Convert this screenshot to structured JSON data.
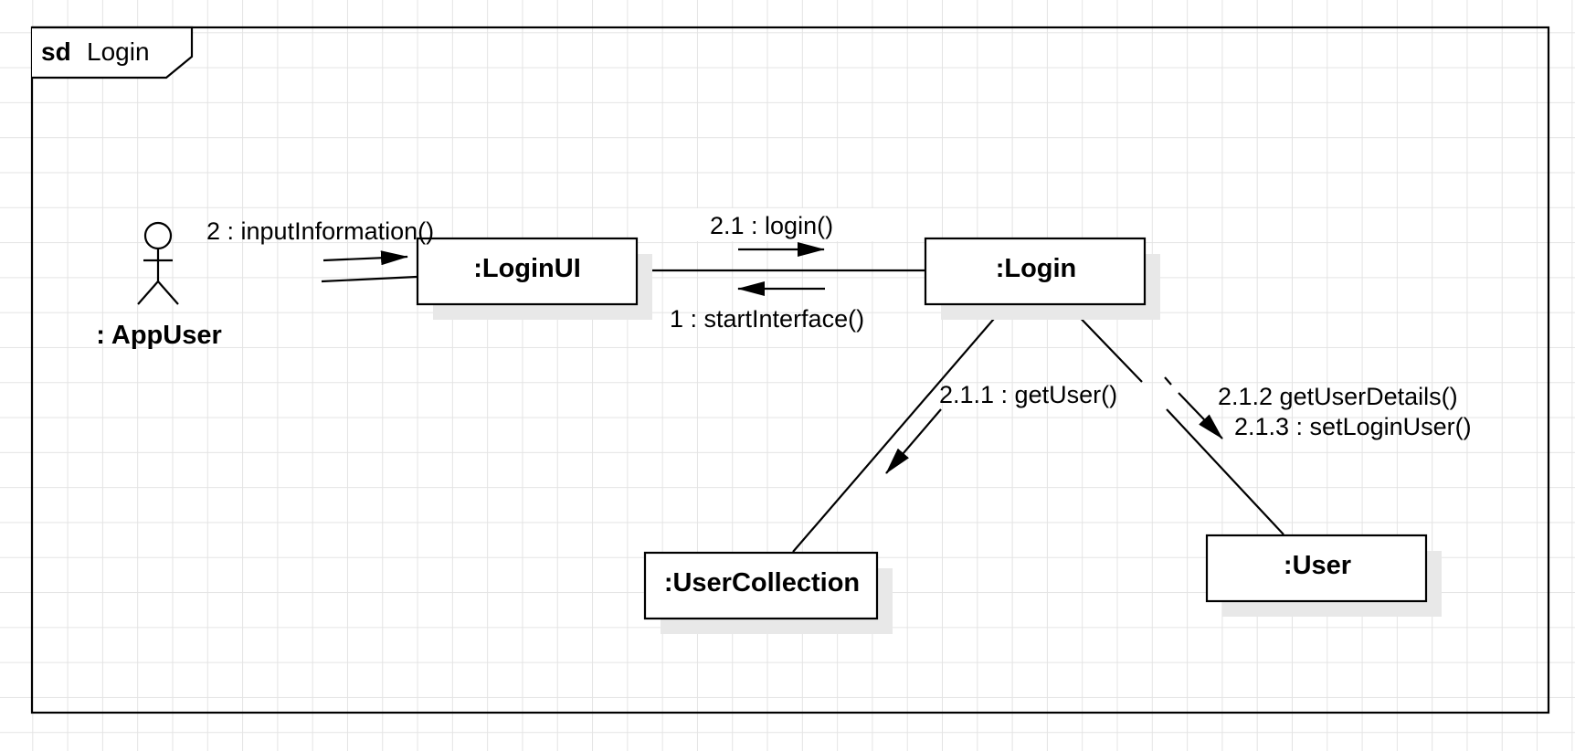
{
  "frame": {
    "keyword": "sd",
    "name": "Login"
  },
  "actor": {
    "label": ": AppUser"
  },
  "objects": {
    "login_ui": ":LoginUI",
    "login": ":Login",
    "user_collection": ":UserCollection",
    "user": ":User"
  },
  "messages": {
    "input_information": "2 : inputInformation()",
    "login": "2.1 : login()",
    "start_interface": "1 : startInterface()",
    "get_user": "2.1.1 : getUser()",
    "get_user_details": "2.1.2  getUserDetails()",
    "set_login_user": "2.1.3 : setLoginUser()"
  }
}
